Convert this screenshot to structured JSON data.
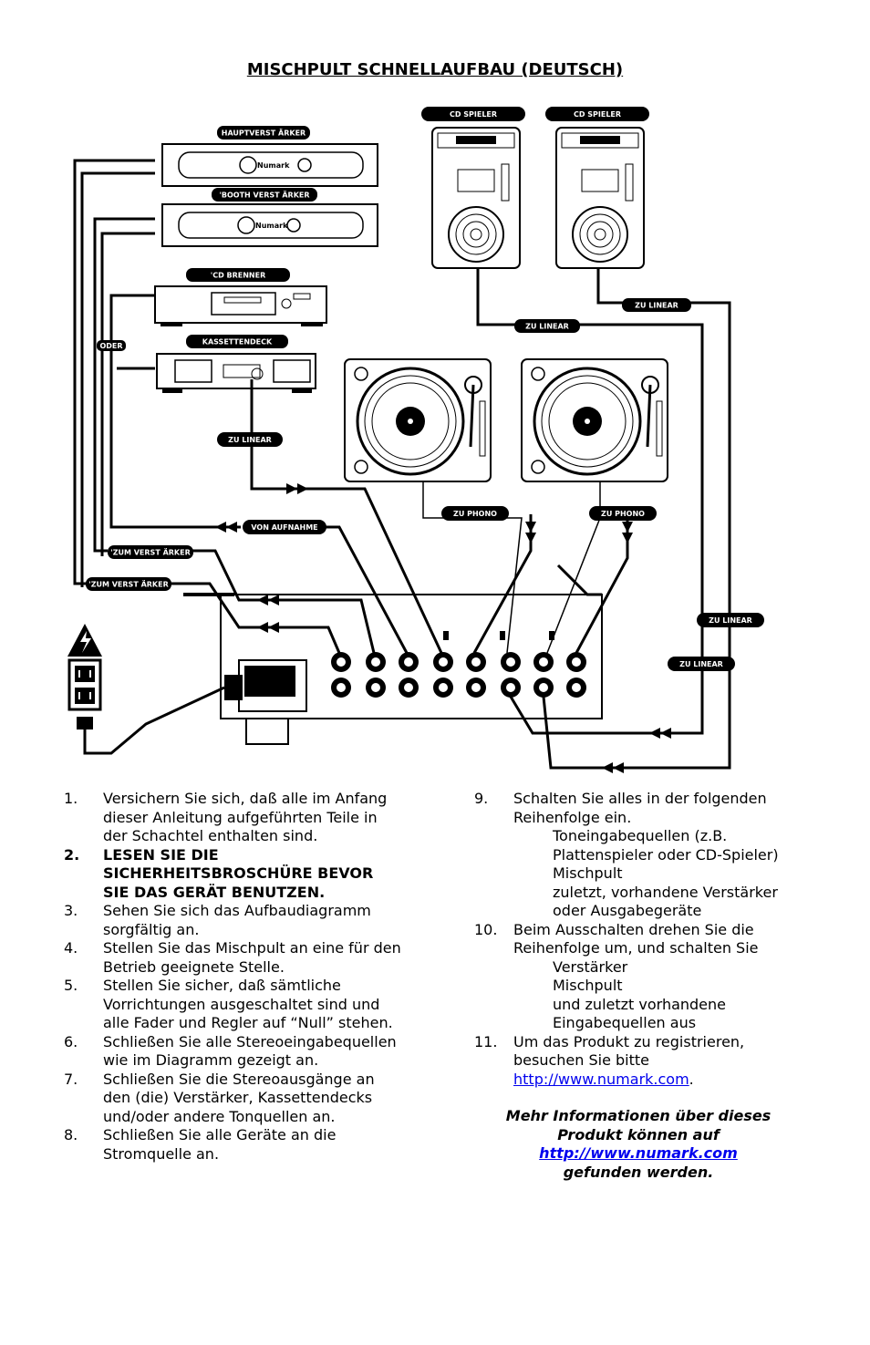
{
  "title": "MISCHPULT SCHNELLAUFBAU (DEUTSCH)",
  "diagram_labels": {
    "main_amp": "HAUPTVERST ÄRKER",
    "booth_amp": "'BOOTH VERST ÄRKER",
    "cd_burner": "'CD BRENNER",
    "or": "ODER",
    "cassette": "KASSETTENDECK",
    "cd_player_1": "CD SPIELER",
    "cd_player_2": "CD SPIELER",
    "to_line_1": "ZU LINEAR",
    "to_line_2": "ZU LINEAR",
    "to_line_rec": "ZU LINEAR",
    "from_rec": "VON AUFNAHME",
    "to_phono_1": "ZU PHONO",
    "to_phono_2": "ZU PHONO",
    "to_amp_1": "'ZUM VERST ÄRKER",
    "to_amp_2": "'ZUM VERST ÄRKER",
    "to_line_3": "ZU LINEAR",
    "to_line_4": "ZU LINEAR"
  },
  "left_list": [
    {
      "n": "1.",
      "text": "Versichern Sie sich, daß alle im Anfang dieser Anleitung aufgeführten Teile in der Schachtel enthalten sind.",
      "bold": false
    },
    {
      "n": "2.",
      "text": "LESEN SIE DIE SICHERHEITSBROSCHÜRE BEVOR SIE DAS GERÄT BENUTZEN.",
      "bold": true
    },
    {
      "n": "3.",
      "text": "Sehen Sie sich das Aufbaudiagramm sorgfältig an.",
      "bold": false
    },
    {
      "n": "4.",
      "text": "Stellen Sie das Mischpult an eine für den Betrieb geeignete Stelle.",
      "bold": false
    },
    {
      "n": "5.",
      "text": "Stellen Sie sicher, daß sämtliche Vorrichtungen ausgeschaltet sind und alle Fader und Regler auf “Null” stehen.",
      "bold": false
    },
    {
      "n": "6.",
      "text": "Schließen Sie alle Stereoeingabequellen wie im Diagramm gezeigt an.",
      "bold": false
    },
    {
      "n": "7.",
      "text": "Schließen Sie die Stereoausgänge an den (die) Verstärker, Kassettendecks und/oder andere Tonquellen an.",
      "bold": false
    },
    {
      "n": "8.",
      "text": "Schließen Sie alle Geräte an die Stromquelle an.",
      "bold": false
    }
  ],
  "right_list": {
    "item9": {
      "n": "9.",
      "text": "Schalten Sie alles in der folgenden Reihenfolge ein.",
      "sub": [
        "Toneingabequellen (z.B. Plattenspieler oder CD-Spieler)",
        "Mischpult",
        "zuletzt, vorhandene Verstärker oder Ausgabegeräte"
      ]
    },
    "item10": {
      "n": "10.",
      "text": "Beim Ausschalten drehen Sie die Reihenfolge um, und schalten Sie",
      "sub": [
        "Verstärker",
        "Mischpult",
        "und zuletzt vorhandene Eingabequellen aus"
      ]
    },
    "item11": {
      "n": "11.",
      "text": "Um das Produkt zu registrieren, besuchen Sie bitte",
      "link": "http://www.numark.com",
      "after": "."
    }
  },
  "more_info": {
    "line1": "Mehr Informationen über dieses Produkt können auf",
    "link": "http://www.numark.com",
    "line3": "gefunden werden."
  }
}
